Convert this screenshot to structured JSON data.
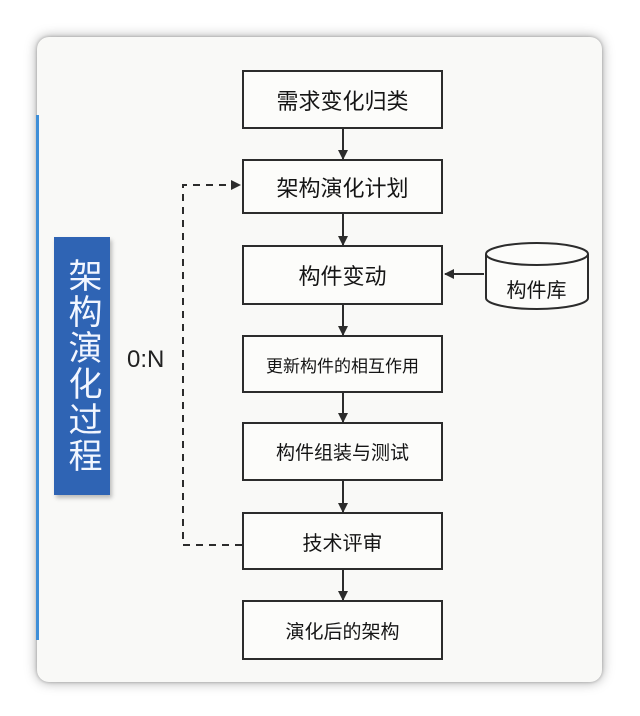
{
  "side_label": "架构演化过程",
  "loop_label": "0:N",
  "steps": [
    "需求变化归类",
    "架构演化计划",
    "构件变动",
    "更新构件的相互作用",
    "构件组装与测试",
    "技术评审",
    "演化后的架构"
  ],
  "component_library": "构件库",
  "colors": {
    "side_label_bg": "#2f64b4",
    "accent_rule": "#3f8fd8",
    "stroke": "#2c2c2c"
  }
}
